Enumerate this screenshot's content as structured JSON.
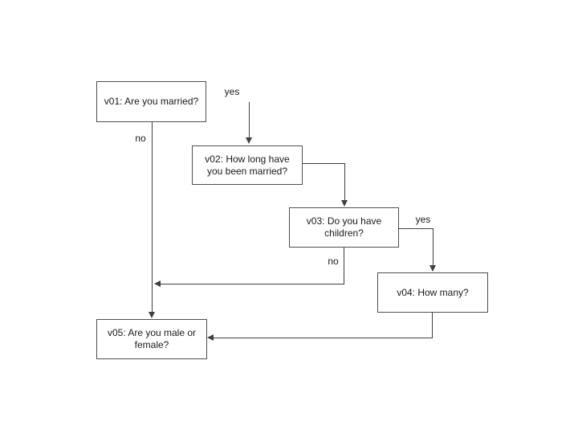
{
  "diagram": {
    "type": "flowchart",
    "background_color": "#ffffff",
    "colors": {
      "box_border": "#4f4f4f",
      "box_fill": "#ffffff",
      "line": "#3f3f3f",
      "text": "#1a1a1a"
    },
    "nodes": {
      "v01": {
        "text": "v01: Are you married?"
      },
      "v02": {
        "text": "v02: How long have you been married?"
      },
      "v03": {
        "text": "v03: Do you have children?"
      },
      "v04": {
        "text": "v04: How many?"
      },
      "v05": {
        "text": "v05: Are you male or female?"
      }
    },
    "edge_labels": {
      "v01_yes": "yes",
      "v01_no": "no",
      "v03_yes": "yes",
      "v03_no": "no"
    },
    "edges": [
      "v01 -yes-> v02",
      "v01 -no-> v05",
      "v02 -> v03",
      "v03 -yes-> v04",
      "v03 -no-> v05",
      "v04 -> v05"
    ]
  }
}
